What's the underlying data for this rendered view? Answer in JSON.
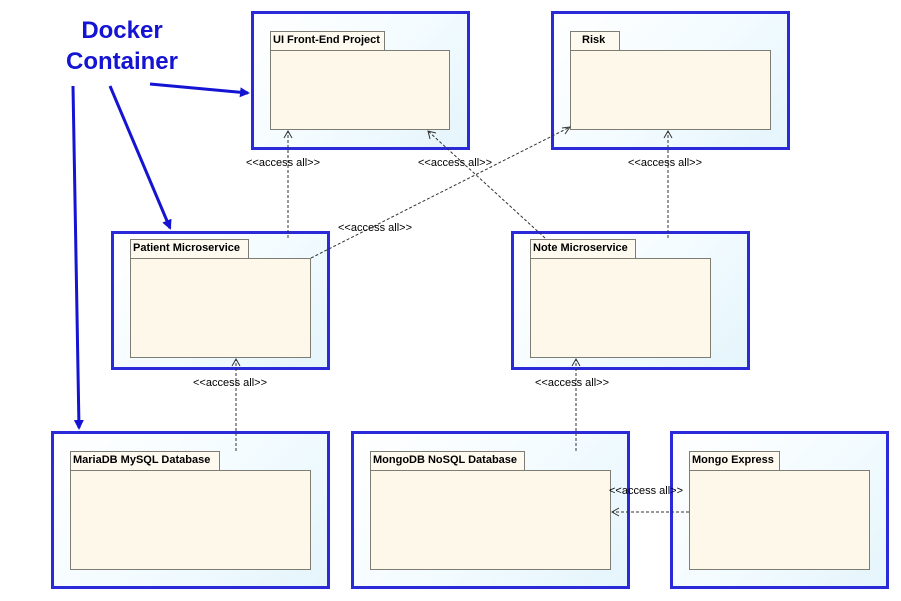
{
  "callout": {
    "line1": "Docker",
    "line2": "Container",
    "color": "#1414d2"
  },
  "packages": {
    "ui": "UI Front-End Project",
    "risk": "Risk",
    "patient": "Patient Microservice",
    "note": "Note Microservice",
    "mariadb": "MariaDB MySQL Database",
    "mongodb": "MongoDB NoSQL Database",
    "mongoexpress": "Mongo Express"
  },
  "dependency_label": "<<access all>>",
  "colors": {
    "container_border": "#2a2ad8",
    "package_fill": "#fdf8ea",
    "package_border": "#7d7d74",
    "arrow": "#1414d2"
  }
}
